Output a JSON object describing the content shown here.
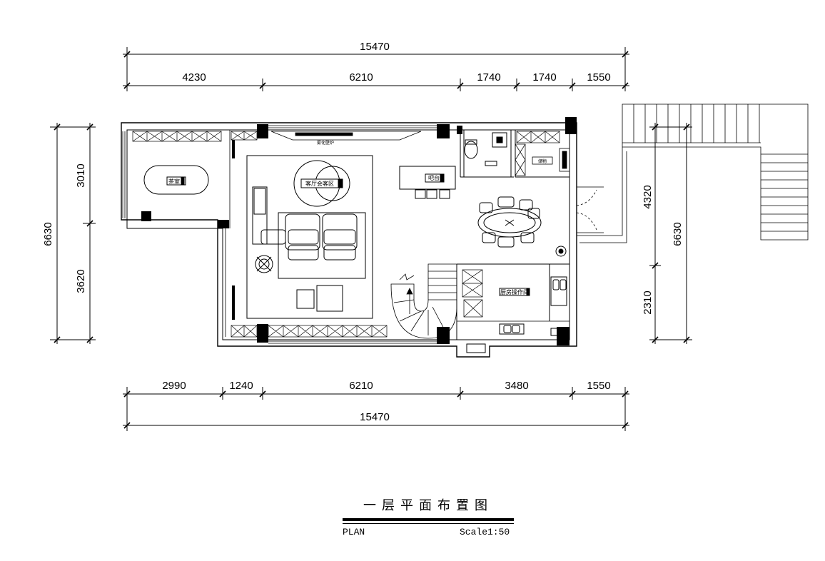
{
  "dimensions": {
    "top_total": "15470",
    "top_segments": [
      "4230",
      "6210",
      "1740",
      "1740",
      "1550"
    ],
    "bottom_total": "15470",
    "bottom_segments": [
      "2990",
      "1240",
      "6210",
      "3480",
      "1550"
    ],
    "left_total": "6630",
    "left_segments": [
      "3010",
      "3620"
    ],
    "right_total": "6630",
    "right_segments": [
      "4320",
      "2310"
    ]
  },
  "rooms": {
    "tea_room": "茶室",
    "living_room": "客厅会客区",
    "bar": "吧台",
    "fireplace": "雾化壁炉",
    "kitchen": "厨房操作间",
    "storage": "储物"
  },
  "title": {
    "main": "一层平面布置图",
    "plan": "PLAN",
    "scale": "Scale1:50"
  }
}
